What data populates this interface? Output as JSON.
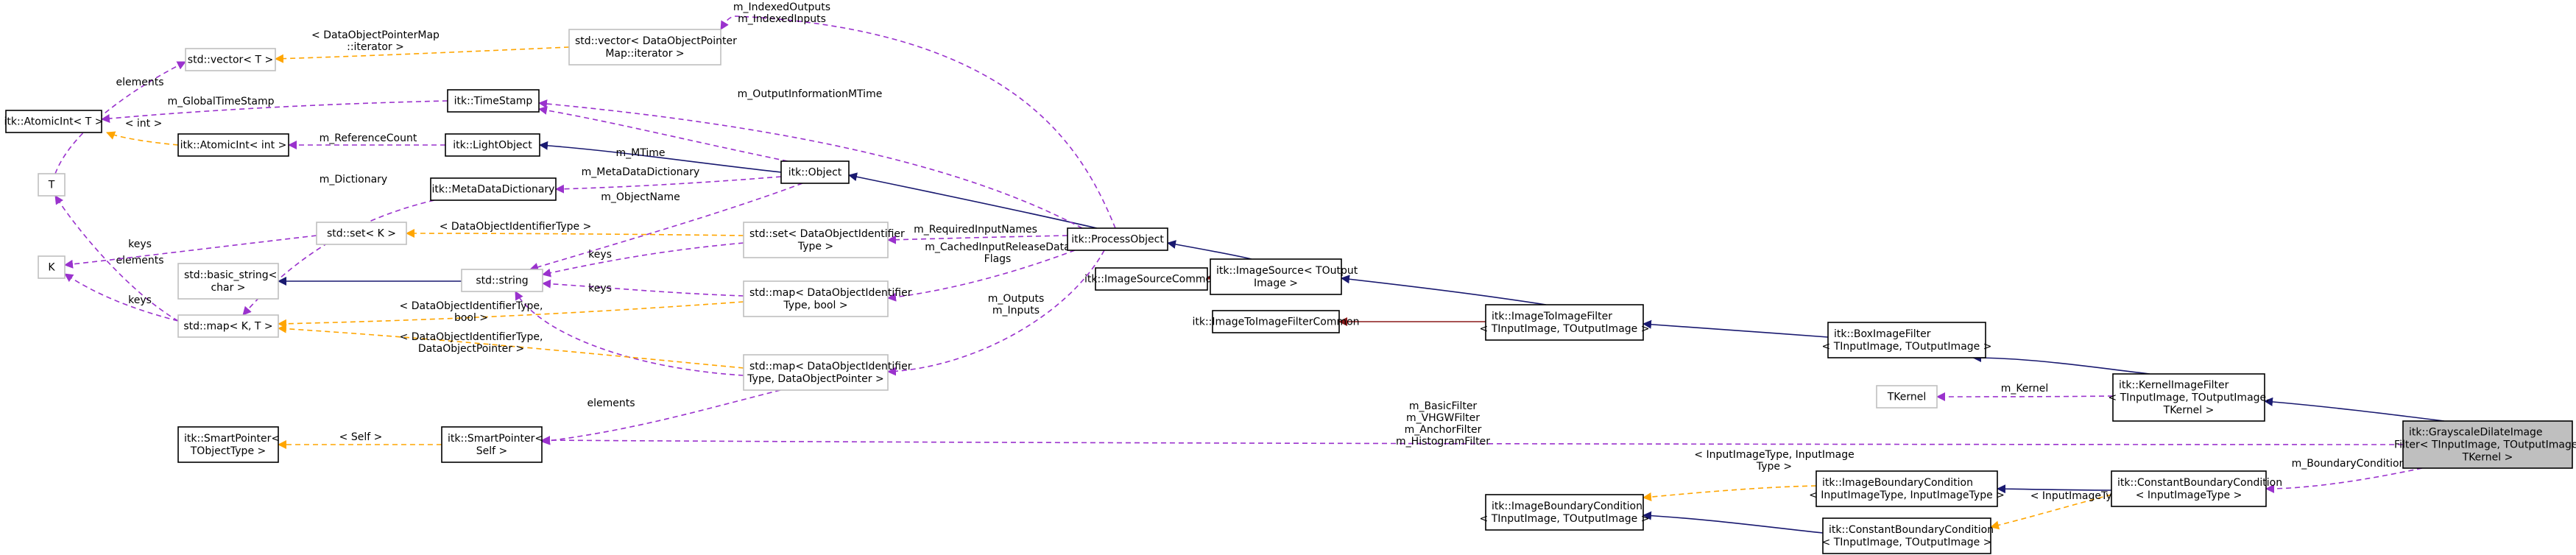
{
  "diagram": {
    "colors": {
      "inheritance": "#191970",
      "usage": "#9a32cd",
      "template": "#ffa500",
      "private": "#8b1a1a",
      "focus_fill": "#bfbfbf",
      "template_border": "#bfbfbf"
    },
    "nodes": [
      {
        "id": "vec_idx_iter",
        "lines": [
          "std::vector< DataObjectPointer",
          "Map::iterator >"
        ],
        "kind": "template"
      },
      {
        "id": "vec_t",
        "lines": [
          "std::vector< T >"
        ],
        "kind": "template"
      },
      {
        "id": "atomic_t",
        "lines": [
          "itk::AtomicInt< T >"
        ],
        "kind": "class"
      },
      {
        "id": "timestamp",
        "lines": [
          "itk::TimeStamp"
        ],
        "kind": "class"
      },
      {
        "id": "atomic_int",
        "lines": [
          "itk::AtomicInt< int >"
        ],
        "kind": "class"
      },
      {
        "id": "lightobject",
        "lines": [
          "itk::LightObject"
        ],
        "kind": "class"
      },
      {
        "id": "metadict",
        "lines": [
          "itk::MetaDataDictionary"
        ],
        "kind": "class"
      },
      {
        "id": "object",
        "lines": [
          "itk::Object"
        ],
        "kind": "class"
      },
      {
        "id": "t",
        "lines": [
          "T"
        ],
        "kind": "template"
      },
      {
        "id": "k",
        "lines": [
          "K"
        ],
        "kind": "template"
      },
      {
        "id": "set_k",
        "lines": [
          "std::set< K >"
        ],
        "kind": "template"
      },
      {
        "id": "set_doid",
        "lines": [
          "std::set< DataObjectIdentifier",
          "Type >"
        ],
        "kind": "template"
      },
      {
        "id": "processobject",
        "lines": [
          "itk::ProcessObject"
        ],
        "kind": "class"
      },
      {
        "id": "basic_string",
        "lines": [
          "std::basic_string<",
          "char >"
        ],
        "kind": "template"
      },
      {
        "id": "string",
        "lines": [
          "std::string"
        ],
        "kind": "template"
      },
      {
        "id": "map_doid_bool",
        "lines": [
          "std::map< DataObjectIdentifier",
          "Type, bool >"
        ],
        "kind": "template"
      },
      {
        "id": "map_kt",
        "lines": [
          "std::map< K, T >"
        ],
        "kind": "template"
      },
      {
        "id": "map_doid_ptr",
        "lines": [
          "std::map< DataObjectIdentifier",
          "Type, DataObjectPointer >"
        ],
        "kind": "template"
      },
      {
        "id": "smartptr_t",
        "lines": [
          "itk::SmartPointer<",
          "TObjectType >"
        ],
        "kind": "class"
      },
      {
        "id": "smartptr_self",
        "lines": [
          "itk::SmartPointer<",
          "Self >"
        ],
        "kind": "class"
      },
      {
        "id": "imagesource_common",
        "lines": [
          "itk::ImageSourceCommon"
        ],
        "kind": "class"
      },
      {
        "id": "imagesource",
        "lines": [
          "itk::ImageSource< TOutput",
          "Image >"
        ],
        "kind": "class"
      },
      {
        "id": "i2i_common",
        "lines": [
          "itk::ImageToImageFilterCommon"
        ],
        "kind": "class"
      },
      {
        "id": "i2i",
        "lines": [
          "itk::ImageToImageFilter",
          "< TInputImage, TOutputImage >"
        ],
        "kind": "class"
      },
      {
        "id": "boxfilter",
        "lines": [
          "itk::BoxImageFilter",
          "< TInputImage, TOutputImage >"
        ],
        "kind": "class"
      },
      {
        "id": "tkernel",
        "lines": [
          "TKernel"
        ],
        "kind": "template"
      },
      {
        "id": "kernelfilter",
        "lines": [
          "itk::KernelImageFilter",
          "< TInputImage, TOutputImage,",
          "TKernel >"
        ],
        "kind": "class"
      },
      {
        "id": "grayscale",
        "lines": [
          "itk::GrayscaleDilateImage",
          "Filter< TInputImage, TOutputImage,",
          "TKernel >"
        ],
        "kind": "focus"
      },
      {
        "id": "ibc_tin_tout",
        "lines": [
          "itk::ImageBoundaryCondition",
          "< TInputImage, TOutputImage >"
        ],
        "kind": "class"
      },
      {
        "id": "ibc_in_in",
        "lines": [
          "itk::ImageBoundaryCondition",
          "< InputImageType, InputImageType >"
        ],
        "kind": "class"
      },
      {
        "id": "cbc_tin_tout",
        "lines": [
          "itk::ConstantBoundaryCondition",
          "< TInputImage, TOutputImage >"
        ],
        "kind": "class"
      },
      {
        "id": "cbc_in",
        "lines": [
          "itk::ConstantBoundaryCondition",
          "< InputImageType >"
        ],
        "kind": "class"
      }
    ],
    "edges": [
      {
        "id": "e_obj_lightobject",
        "type": "inherit",
        "labels": []
      },
      {
        "id": "e_po_object",
        "type": "inherit",
        "labels": []
      },
      {
        "id": "e_is_po",
        "type": "inherit",
        "labels": []
      },
      {
        "id": "e_i2i_is",
        "type": "inherit",
        "labels": []
      },
      {
        "id": "e_box_i2i",
        "type": "inherit",
        "labels": []
      },
      {
        "id": "e_kernel_box",
        "type": "inherit",
        "labels": []
      },
      {
        "id": "e_gray_kernel",
        "type": "inherit",
        "labels": []
      },
      {
        "id": "e_string_basic",
        "type": "inherit",
        "labels": []
      },
      {
        "id": "e_cbcin_ibcin",
        "type": "inherit",
        "labels": []
      },
      {
        "id": "e_cbctt_ibctt",
        "type": "inherit",
        "labels": []
      },
      {
        "id": "e_is_common",
        "type": "private",
        "labels": []
      },
      {
        "id": "e_i2i_common",
        "type": "private",
        "labels": []
      },
      {
        "id": "e_vecidx_po",
        "type": "usage",
        "labels": [
          "m_IndexedOutputs",
          "m_IndexedInputs"
        ]
      },
      {
        "id": "e_ts_po",
        "type": "usage",
        "labels": [
          "m_OutputInformationMTime"
        ]
      },
      {
        "id": "e_ts_object",
        "type": "usage",
        "labels": [
          "m_MTime"
        ]
      },
      {
        "id": "e_atomicint_light",
        "type": "usage",
        "labels": [
          "m_ReferenceCount"
        ]
      },
      {
        "id": "e_metadict_object",
        "type": "usage",
        "labels": [
          "m_MetaDataDictionary"
        ]
      },
      {
        "id": "e_string_object",
        "type": "usage",
        "labels": [
          "m_ObjectName"
        ]
      },
      {
        "id": "e_setdoid_po",
        "type": "usage",
        "labels": [
          "m_RequiredInputNames"
        ]
      },
      {
        "id": "e_mapdoidbool_po",
        "type": "usage",
        "labels": [
          "m_CachedInputReleaseData",
          "Flags"
        ]
      },
      {
        "id": "e_mapdoidptr_po",
        "type": "usage",
        "labels": [
          "m_Outputs",
          "m_Inputs"
        ]
      },
      {
        "id": "e_string_setdoid",
        "type": "usage",
        "labels": [
          "keys"
        ]
      },
      {
        "id": "e_string_mapdoidbool",
        "type": "usage",
        "labels": [
          "keys"
        ]
      },
      {
        "id": "e_string_mapdoidptr",
        "type": "usage",
        "labels": []
      },
      {
        "id": "e_smartself_mapdoidptr",
        "type": "usage",
        "labels": [
          "elements"
        ]
      },
      {
        "id": "e_t_vect",
        "type": "usage",
        "labels": [
          "elements"
        ]
      },
      {
        "id": "e_t_mapkt",
        "type": "usage",
        "labels": [
          "elements"
        ]
      },
      {
        "id": "e_k_setk",
        "type": "usage",
        "labels": [
          "keys"
        ]
      },
      {
        "id": "e_k_mapkt",
        "type": "usage",
        "labels": [
          "keys"
        ]
      },
      {
        "id": "e_mapkt_metadict",
        "type": "usage",
        "labels": [
          "m_Dictionary"
        ]
      },
      {
        "id": "e_atomict_ts",
        "type": "usage",
        "labels": [
          "m_GlobalTimeStamp"
        ]
      },
      {
        "id": "e_smartself_gray",
        "type": "usage",
        "labels": [
          "m_BasicFilter",
          "m_VHGWFilter",
          "m_AnchorFilter",
          "m_HistogramFilter"
        ]
      },
      {
        "id": "e_tkernel_kernel",
        "type": "usage",
        "labels": [
          "m_Kernel"
        ]
      },
      {
        "id": "e_cbcin_gray",
        "type": "usage",
        "labels": [
          "m_BoundaryCondition"
        ]
      },
      {
        "id": "e_vect_vecidx",
        "type": "template",
        "labels": [
          "< DataObjectPointerMap",
          "::iterator >"
        ]
      },
      {
        "id": "e_atomict_atomicint",
        "type": "template",
        "labels": [
          "< int >"
        ]
      },
      {
        "id": "e_setk_setdoid",
        "type": "template",
        "labels": [
          "< DataObjectIdentifierType >"
        ]
      },
      {
        "id": "e_mapkt_mapdoidbool",
        "type": "template",
        "labels": [
          "< DataObjectIdentifierType,",
          "bool >"
        ]
      },
      {
        "id": "e_mapkt_mapdoidptr",
        "type": "template",
        "labels": [
          "< DataObjectIdentifierType,",
          "DataObjectPointer >"
        ]
      },
      {
        "id": "e_smartt_smartself",
        "type": "template",
        "labels": [
          "< Self >"
        ]
      },
      {
        "id": "e_ibctt_ibcin",
        "type": "template",
        "labels": [
          "< InputImageType, InputImage",
          "Type >"
        ]
      },
      {
        "id": "e_cbctt_cbcin",
        "type": "template",
        "labels": [
          "< InputImageType >"
        ]
      }
    ]
  }
}
